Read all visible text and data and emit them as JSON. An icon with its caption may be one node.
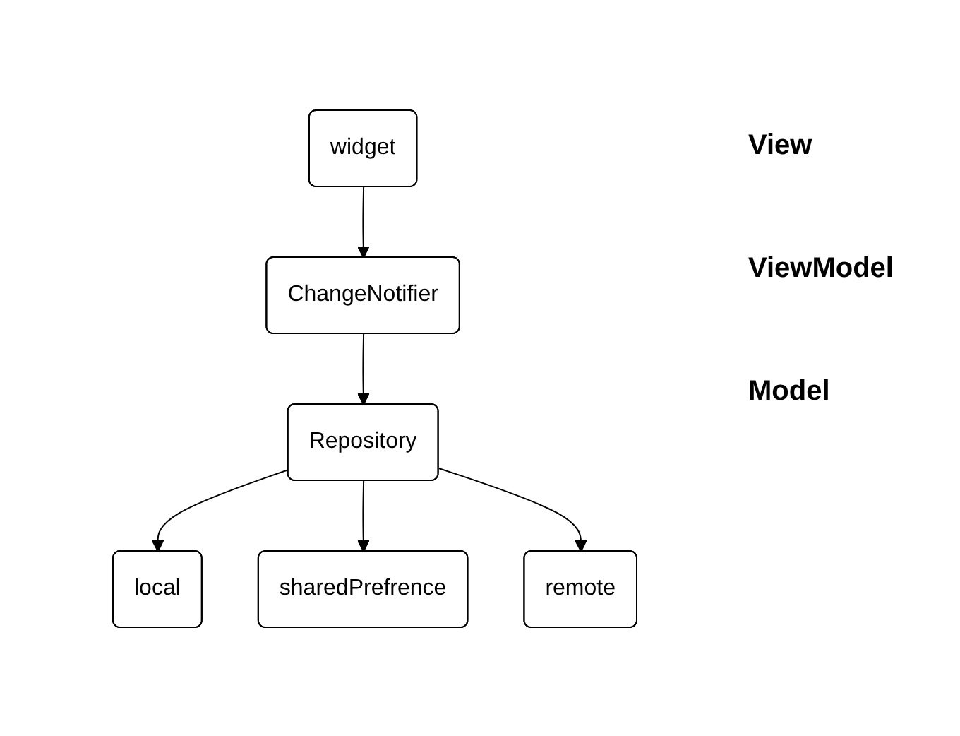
{
  "diagram": {
    "nodes": [
      {
        "text": [
          "widget"
        ]
      },
      {
        "text": [
          "ChangeNotifier"
        ]
      },
      {
        "text": [
          "Repository"
        ]
      },
      {
        "text": [
          "local"
        ]
      },
      {
        "text": [
          "sharedPrefrence"
        ]
      },
      {
        "text": [
          "remote"
        ]
      }
    ],
    "edges": [
      {
        "from": 0,
        "to": 1,
        "arrow": "to"
      },
      {
        "from": 1,
        "to": 2,
        "arrow": "to"
      },
      {
        "from": 2,
        "to": 3,
        "arrow": "to"
      },
      {
        "from": 2,
        "to": 4,
        "arrow": "to"
      },
      {
        "from": 2,
        "to": 5,
        "arrow": "to"
      }
    ],
    "labels": [
      "View",
      "ViewModel",
      "Model"
    ]
  }
}
